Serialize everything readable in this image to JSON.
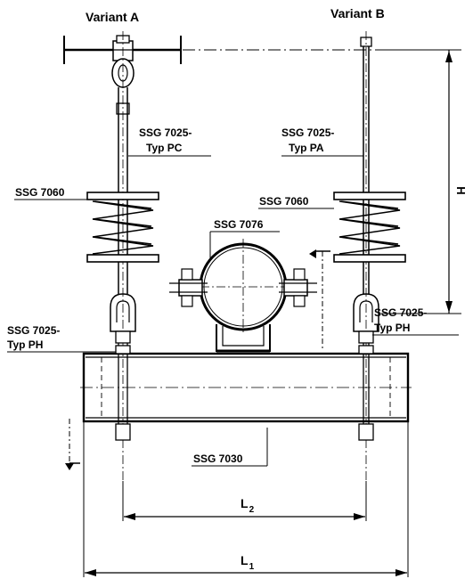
{
  "headings": {
    "variant_a": "Variant A",
    "variant_b": "Variant B"
  },
  "labels": {
    "ssg_7025_line1": "SSG 7025-",
    "typ_pc": "Typ PC",
    "typ_pa": "Typ PA",
    "typ_ph": "Typ PH",
    "ssg_7060": "SSG 7060",
    "ssg_7076": "SSG 7076",
    "ssg_7030": "SSG 7030"
  },
  "dimensions": {
    "h": "H",
    "l2_base": "L",
    "l2_sub": "2",
    "l1_base": "L",
    "l1_sub": "1"
  }
}
